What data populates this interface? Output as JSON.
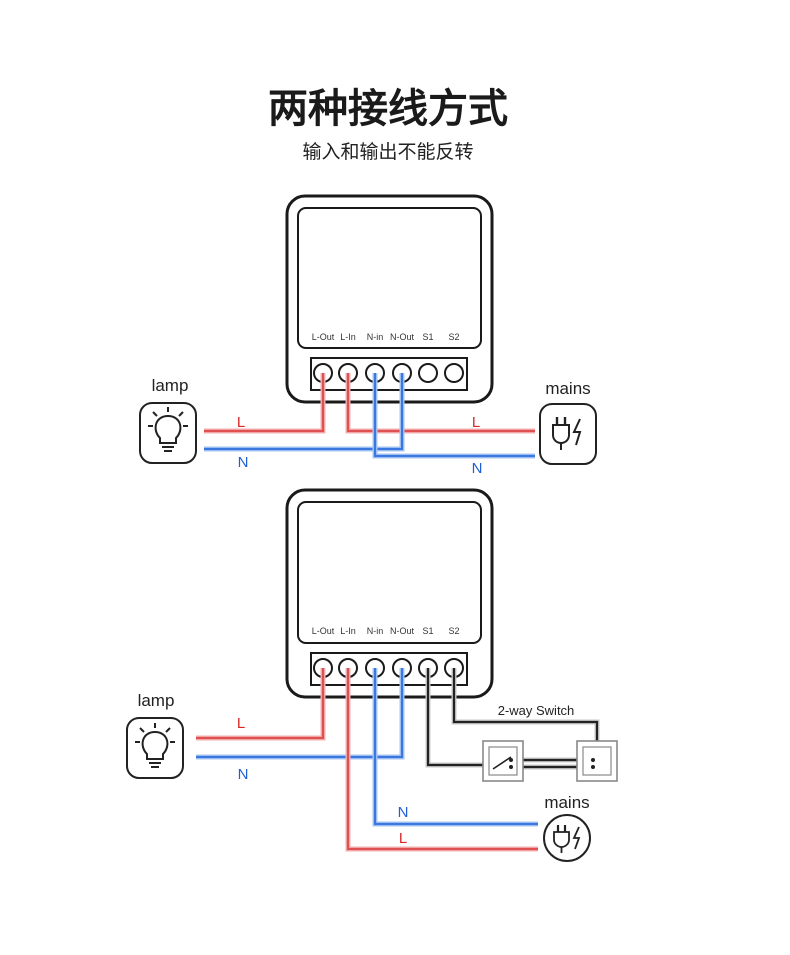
{
  "title": "两种接线方式",
  "subtitle": "输入和输出不能反转",
  "terminals": [
    "L-Out",
    "L-In",
    "N-in",
    "N-Out",
    "S1",
    "S2"
  ],
  "diagram1": {
    "lamp_label": "lamp",
    "mains_label": "mains",
    "wire_L": "L",
    "wire_N": "N"
  },
  "diagram2": {
    "lamp_label": "lamp",
    "mains_label": "mains",
    "wire_L": "L",
    "wire_N": "N",
    "switch_label": "2-way Switch"
  },
  "icons": {
    "lamp": "lightbulb-icon",
    "mains": "power-plug-icon",
    "switch": "wall-switch-icon"
  },
  "colors": {
    "live": "#e05050",
    "neutral": "#3a78e0",
    "switch_wire": "#222222"
  }
}
